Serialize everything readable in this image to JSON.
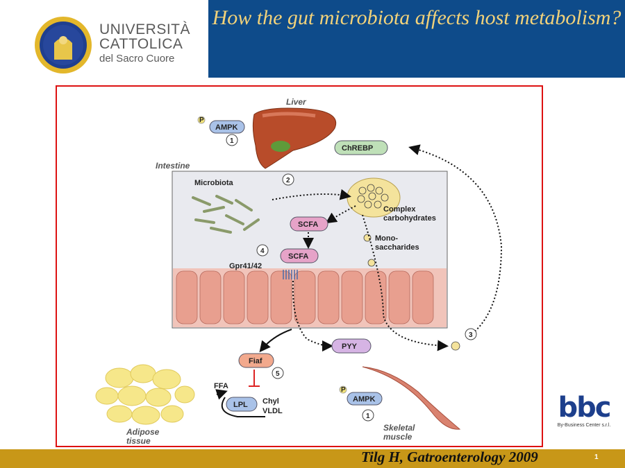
{
  "header": {
    "title": "How the gut microbiota affects host metabolism?"
  },
  "logo": {
    "line1": "UNIVERSITÀ",
    "line2": "CATTOLICA",
    "line3": "del Sacro Cuore"
  },
  "diagram": {
    "organs": {
      "liver": "Liver",
      "intestine": "Intestine",
      "adipose": "Adipose\ntissue",
      "muscle": "Skeletal\nmuscle"
    },
    "labels": {
      "microbiota": "Microbiota",
      "complex_carbs": "Complex\ncarbohydrates",
      "monosaccharides": "Mono-\nsaccharides",
      "gpr": "Gpr41/42",
      "ffa": "FFA",
      "chyl": "Chyl",
      "vldl": "VLDL"
    },
    "pills": {
      "ampk_liver": "AMPK",
      "chrebp": "ChREBP",
      "scfa_1": "SCFA",
      "scfa_2": "SCFA",
      "pyy": "PYY",
      "fiaf": "Fiaf",
      "lpl": "LPL",
      "ampk_muscle": "AMPK"
    },
    "badges": {
      "b1a": "1",
      "b2": "2",
      "b3": "3",
      "b4": "4",
      "b5": "5",
      "b1b": "1",
      "p1": "P",
      "p2": "P"
    }
  },
  "footer": {
    "citation": "Tilg H, Gatroenterology 2009",
    "page": "1"
  },
  "brand": {
    "name": "bbc",
    "sub": "By-Business Center s.r.l."
  },
  "colors": {
    "header_bg": "#0e4b8a",
    "title": "#f2d27a",
    "footer": "#c89718",
    "frame": "#dd1111"
  }
}
